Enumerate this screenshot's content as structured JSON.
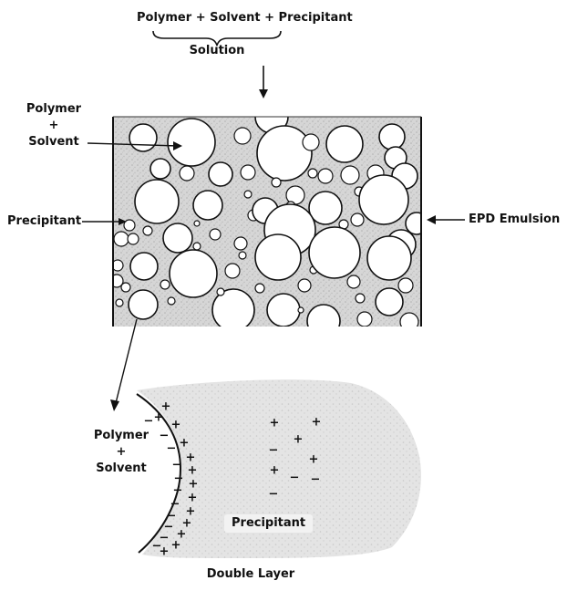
{
  "top": {
    "formula": "Polymer + Solvent + Precipitant",
    "brace_label": "Solution"
  },
  "emulsion": {
    "polymer_line1": "Polymer",
    "polymer_plus": "+",
    "polymer_line2": "Solvent",
    "precipitant": "Precipitant",
    "name": "EPD Emulsion"
  },
  "detail": {
    "polymer_line1": "Polymer",
    "polymer_plus": "+",
    "polymer_line2": "Solvent",
    "precipitant": "Precipitant",
    "caption": "Double Layer"
  }
}
